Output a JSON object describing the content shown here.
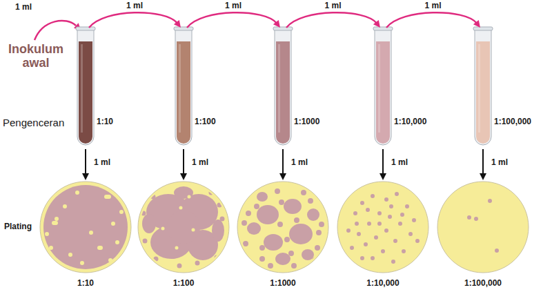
{
  "diagram": {
    "nodes": [
      {
        "text": [
          "1:10"
        ]
      },
      {
        "text": [
          "1:100"
        ]
      },
      {
        "text": [
          "1:1000"
        ]
      },
      {
        "text": [
          "1:10,000"
        ]
      },
      {
        "text": [
          "1:100,000"
        ]
      },
      {
        "text": [
          "1:10"
        ]
      },
      {
        "text": [
          "1:100"
        ]
      },
      {
        "text": [
          "1:1000"
        ]
      },
      {
        "text": [
          "1:10,000"
        ]
      },
      {
        "text": [
          "1:100,000"
        ]
      }
    ],
    "edges": [
      {
        "from": 0,
        "to": 1,
        "label": "1 ml",
        "arrow": "to"
      },
      {
        "from": 1,
        "to": 2,
        "label": "1 ml",
        "arrow": "to"
      },
      {
        "from": 2,
        "to": 3,
        "label": "1 ml",
        "arrow": "to"
      },
      {
        "from": 3,
        "to": 4,
        "label": "1 ml",
        "arrow": "to"
      },
      {
        "from": 0,
        "to": 5,
        "label": "1 ml",
        "arrow": "to"
      },
      {
        "from": 1,
        "to": 6,
        "label": "1 ml",
        "arrow": "to"
      },
      {
        "from": 2,
        "to": 7,
        "label": "1 ml",
        "arrow": "to"
      },
      {
        "from": 3,
        "to": 8,
        "label": "1 ml",
        "arrow": "to"
      },
      {
        "from": 4,
        "to": 9,
        "label": "1 ml",
        "arrow": "to"
      }
    ],
    "labels": [
      "Inokulum awal",
      "1 ml",
      "Pengenceran",
      "Plating"
    ]
  }
}
